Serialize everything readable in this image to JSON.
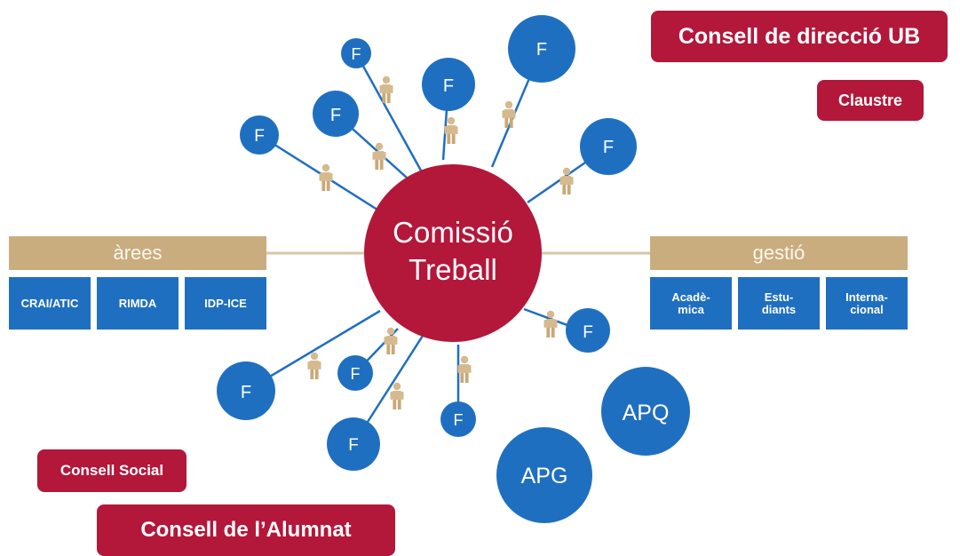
{
  "center": {
    "line1": "Comissió",
    "line2": "Treball"
  },
  "faculty_label": "F",
  "apq_label": "APQ",
  "apg_label": "APG",
  "governance": {
    "consell_direccio": "Consell de direcció UB",
    "claustre": "Claustre",
    "consell_social": "Consell Social",
    "consell_alumnat": "Consell de l’Alumnat"
  },
  "arees": {
    "title": "àrees",
    "items": [
      "CRAI/ATIC",
      "RIMDA",
      "IDP-ICE"
    ]
  },
  "gestio": {
    "title": "gestió",
    "items": [
      {
        "line1": "Acadè-",
        "line2": "mica"
      },
      {
        "line1": "Estu-",
        "line2": "diants"
      },
      {
        "line1": "Interna-",
        "line2": "cional"
      }
    ]
  },
  "colors": {
    "crimson": "#b3173a",
    "blue": "#1f6fc1",
    "tan": "#c9ad7f",
    "person": "#d6b98e"
  }
}
